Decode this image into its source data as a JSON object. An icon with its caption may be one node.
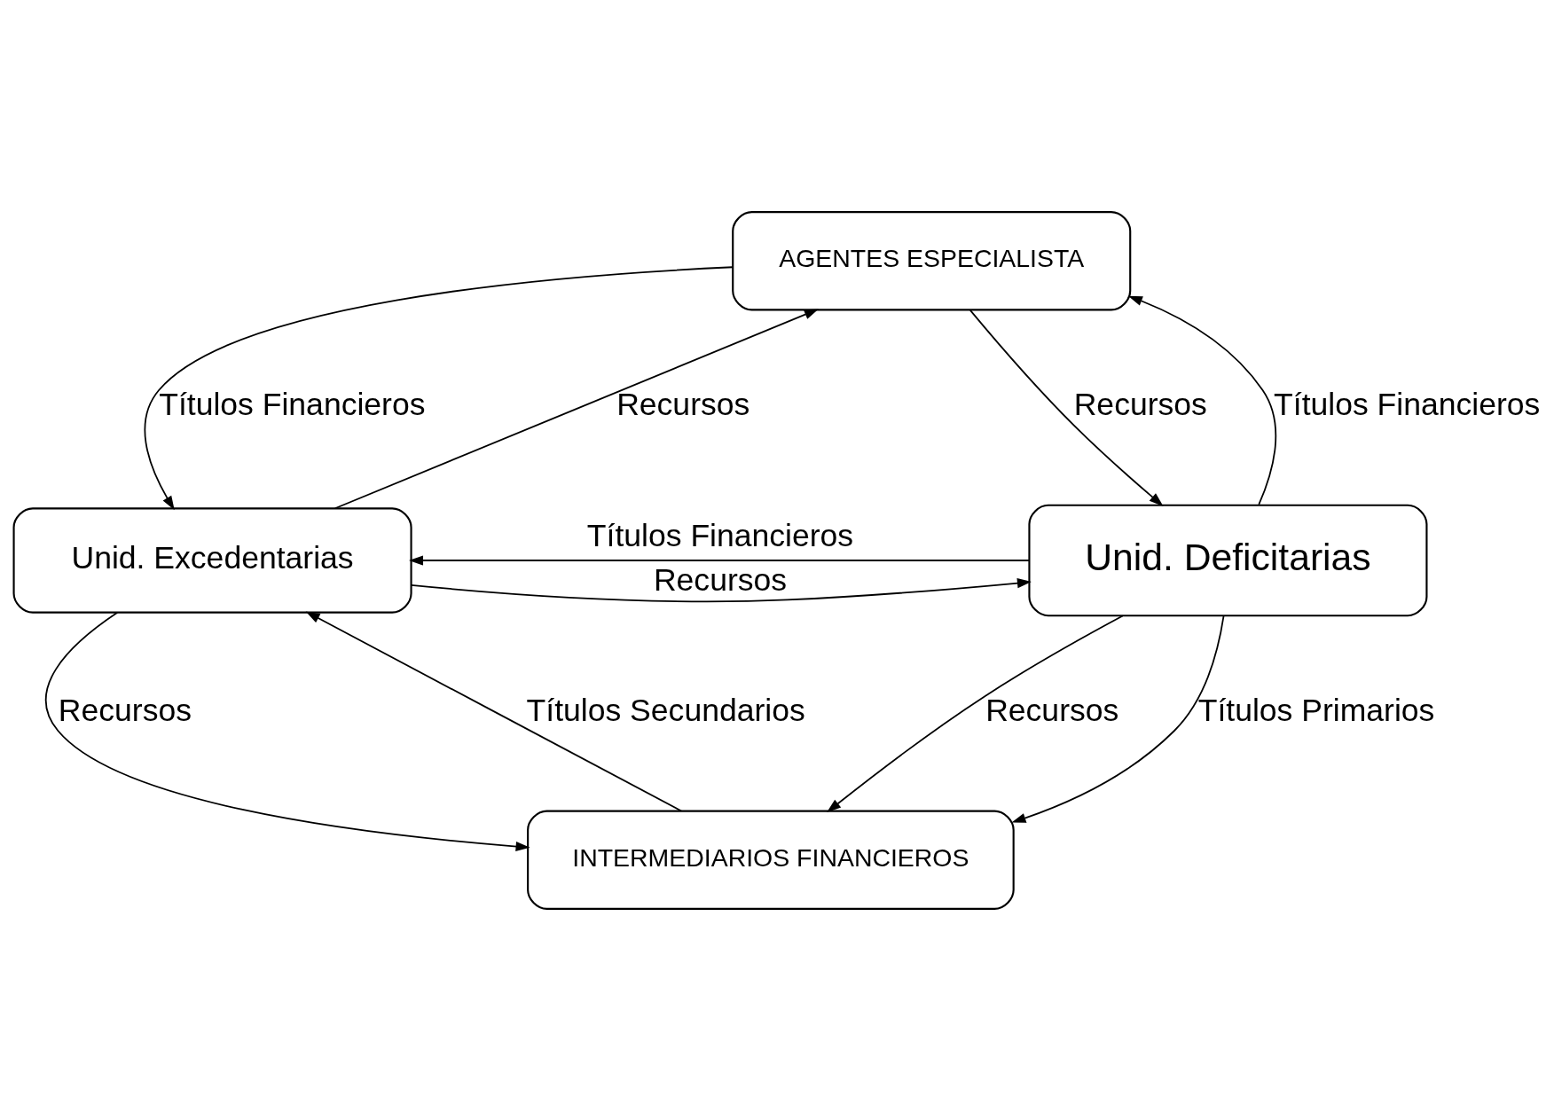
{
  "diagram": {
    "nodes": [
      {
        "text": [
          "AGENTES ESPECIALISTA"
        ]
      },
      {
        "text": [
          "Unid. Excedentarias"
        ]
      },
      {
        "text": [
          "Unid. Deficitarias"
        ]
      },
      {
        "text": [
          "INTERMEDIARIOS FINANCIEROS"
        ]
      }
    ],
    "edges": [
      {
        "from": 0,
        "to": 1,
        "arrow": "to",
        "label": "Títulos Financieros"
      },
      {
        "from": 1,
        "to": 0,
        "arrow": "to",
        "label": "Recursos"
      },
      {
        "from": 0,
        "to": 2,
        "arrow": "to",
        "label": "Recursos"
      },
      {
        "from": 2,
        "to": 0,
        "arrow": "to",
        "label": "Títulos Financieros"
      },
      {
        "from": 1,
        "to": 2,
        "arrow": "to",
        "label": "Recursos"
      },
      {
        "from": 2,
        "to": 1,
        "arrow": "to",
        "label": "Títulos Financieros"
      },
      {
        "from": 1,
        "to": 3,
        "arrow": "to",
        "label": "Recursos"
      },
      {
        "from": 3,
        "to": 1,
        "arrow": "to",
        "label": "Títulos Secundarios"
      },
      {
        "from": 2,
        "to": 3,
        "arrow": "to",
        "label": "Recursos"
      },
      {
        "from": 2,
        "to": 3,
        "arrow": "to",
        "label": "Títulos Primarios"
      }
    ]
  }
}
